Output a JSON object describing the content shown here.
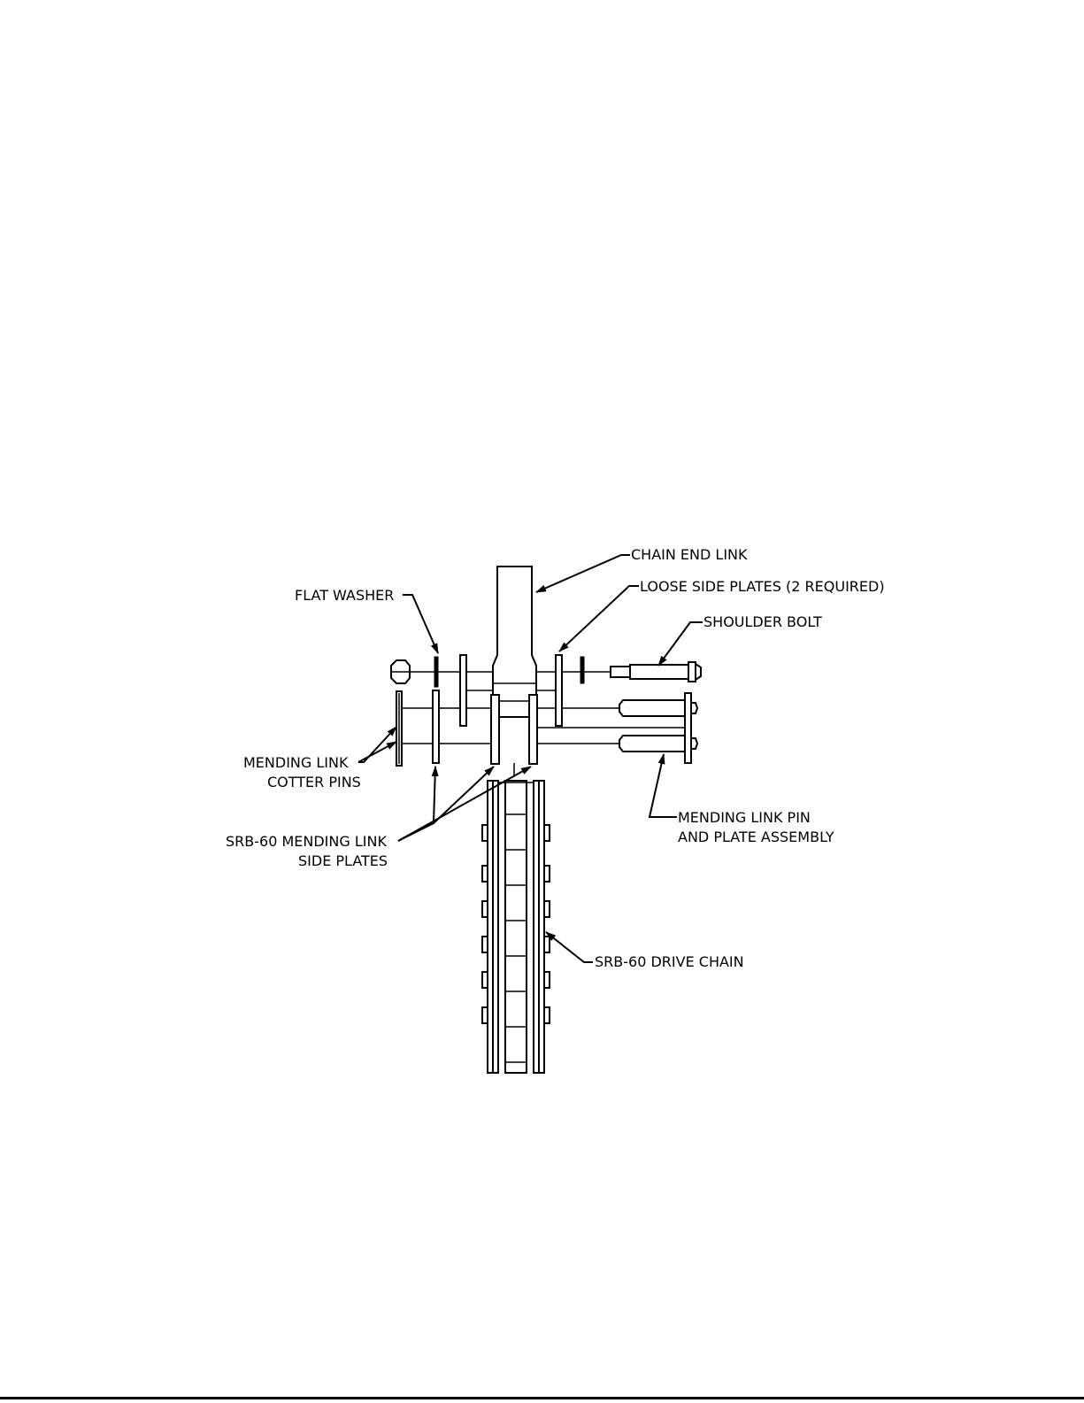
{
  "labels": {
    "chain_end_link": "CHAIN END LINK",
    "flat_washer": "FLAT WASHER",
    "loose_side_plates": "LOOSE SIDE PLATES (2 REQUIRED)",
    "shoulder_bolt": "SHOULDER BOLT",
    "cotter_pins_line1": "MENDING LINK",
    "cotter_pins_line2": "COTTER PINS",
    "pin_plate_line1": "MENDING LINK PIN",
    "pin_plate_line2": "AND PLATE ASSEMBLY",
    "side_plates_line1": "SRB-60 MENDING LINK",
    "side_plates_line2": "SIDE PLATES",
    "drive_chain": "SRB-60 DRIVE CHAIN"
  }
}
